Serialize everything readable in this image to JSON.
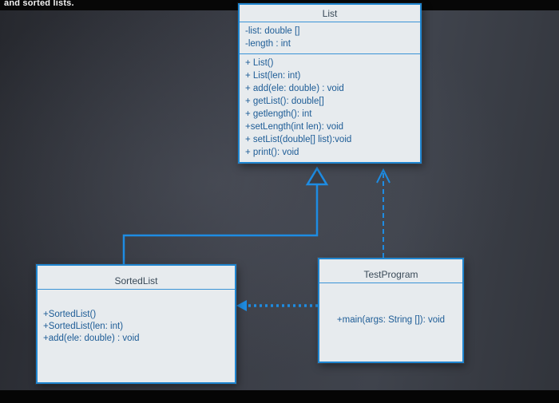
{
  "page": {
    "caption": "and sorted lists."
  },
  "colors": {
    "accent_blue": "#1f85cf",
    "box_background": "#e7ebee",
    "method_text": "#1d5c96",
    "title_text": "#3a4a58",
    "screen_background": "#3a3d45"
  },
  "diagram": {
    "classes": [
      {
        "name": "List",
        "attributes": [
          "-list: double []",
          "-length : int"
        ],
        "methods": [
          "+ List()",
          "+ List(len: int)",
          "+ add(ele: double) : void",
          "+ getList(): double[]",
          "+ getlength(): int",
          "+setLength(int len): void",
          "+ setList(double[] list):void",
          "+ print(): void"
        ]
      },
      {
        "name": "SortedList",
        "attributes": [],
        "methods": [
          "+SortedList()",
          "+SortedList(len: int)",
          "+add(ele: double) : void"
        ]
      },
      {
        "name": "TestProgram",
        "attributes": [],
        "methods": [
          "+main(args: String []): void"
        ]
      }
    ],
    "relationships": [
      {
        "type": "inheritance",
        "from": "SortedList",
        "to": "List"
      },
      {
        "type": "dependency",
        "from": "TestProgram",
        "to": "List"
      },
      {
        "type": "dependency",
        "from": "TestProgram",
        "to": "SortedList"
      }
    ]
  }
}
